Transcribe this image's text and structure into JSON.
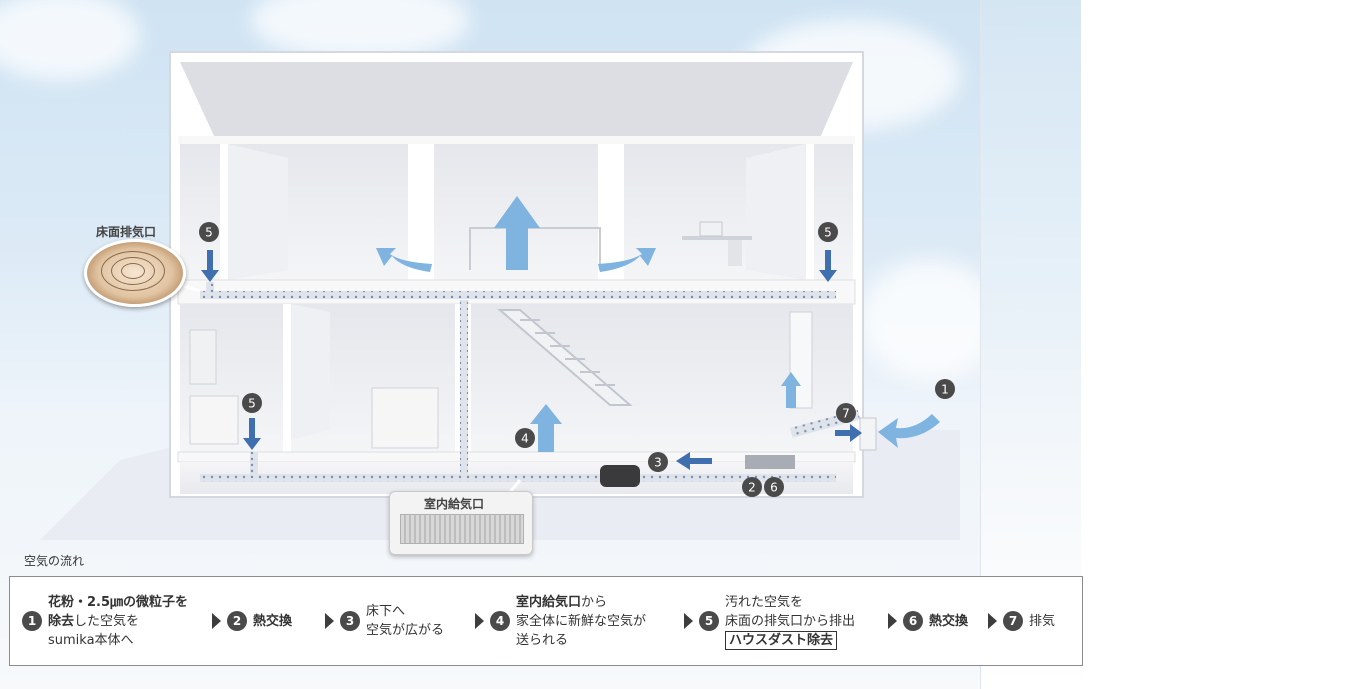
{
  "labels": {
    "floor_vent": "床面排気口",
    "indoor_supply": "室内給気口",
    "flow_title": "空気の流れ"
  },
  "markers": {
    "m1": "1",
    "m2": "2",
    "m3": "3",
    "m4": "4",
    "m5": "5",
    "m6": "6",
    "m7": "7"
  },
  "steps": [
    {
      "num": "1",
      "l1": "花粉・2.5㎛の微粒子を",
      "l2a": "除去",
      "l2b": "した空気を",
      "l3": "sumika本体へ"
    },
    {
      "num": "2",
      "l1": "熱交換"
    },
    {
      "num": "3",
      "l1": "床下へ",
      "l2": "空気が広がる"
    },
    {
      "num": "4",
      "l1a": "室内給気口",
      "l1b": "から",
      "l2": "家全体に新鮮な空気が",
      "l3": "送られる"
    },
    {
      "num": "5",
      "l1": "汚れた空気を",
      "l2": "床面の排気口から排出",
      "l3": "ハウスダスト除去"
    },
    {
      "num": "6",
      "l1": "熱交換"
    },
    {
      "num": "7",
      "l1": "排気"
    }
  ],
  "colors": {
    "arrow": "#7fb3e0",
    "arrow_dark": "#3f6fae",
    "marker": "#4a4a4a",
    "sky": "#cfe3f3"
  }
}
